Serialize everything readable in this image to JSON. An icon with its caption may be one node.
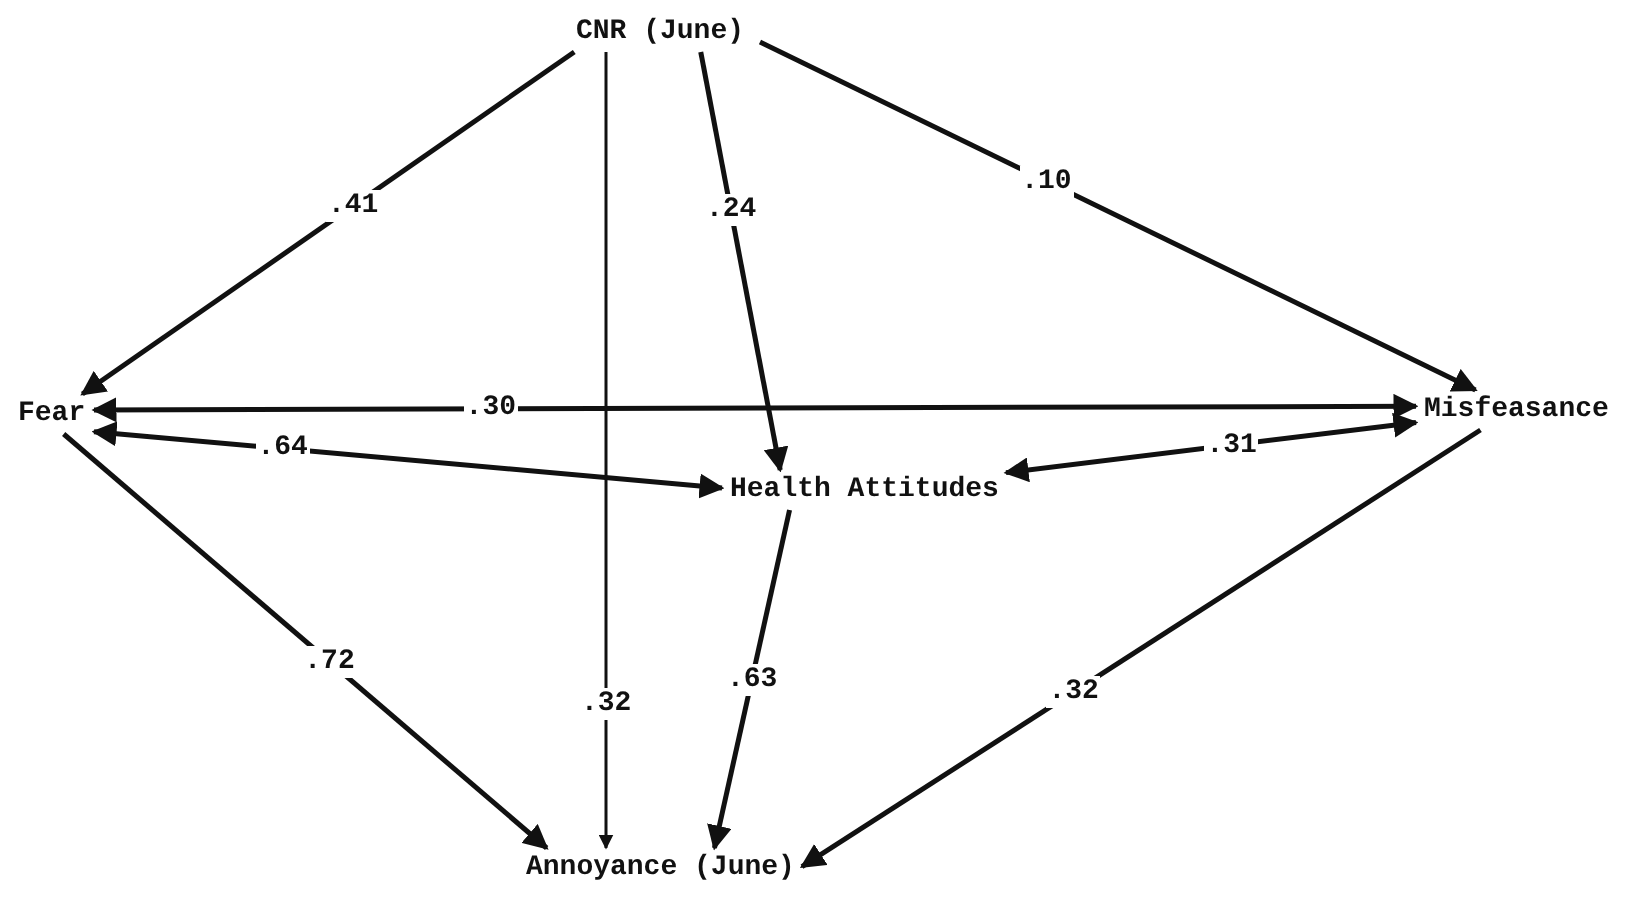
{
  "diagram": {
    "nodes": [
      {
        "text": [
          "CNR (June)"
        ]
      },
      {
        "text": [
          "Fear"
        ]
      },
      {
        "text": [
          "Misfeasance"
        ]
      },
      {
        "text": [
          "Health Attitudes"
        ]
      },
      {
        "text": [
          "Annoyance (June)"
        ]
      }
    ],
    "edges": [
      {
        "from": 0,
        "to": 1,
        "arrow": "to",
        "label": ".41"
      },
      {
        "from": 0,
        "to": 3,
        "arrow": "to",
        "label": ".24"
      },
      {
        "from": 0,
        "to": 2,
        "arrow": "to",
        "label": ".10"
      },
      {
        "from": 0,
        "to": 4,
        "arrow": "to",
        "label": ".32"
      },
      {
        "from": 1,
        "to": 2,
        "arrow": "both",
        "label": ".30"
      },
      {
        "from": 1,
        "to": 3,
        "arrow": "both",
        "label": ".64"
      },
      {
        "from": 3,
        "to": 2,
        "arrow": "both",
        "label": ".31"
      },
      {
        "from": 1,
        "to": 4,
        "arrow": "to",
        "label": ".72"
      },
      {
        "from": 3,
        "to": 4,
        "arrow": "to",
        "label": ".63"
      },
      {
        "from": 2,
        "to": 4,
        "arrow": "to",
        "label": ".32"
      }
    ]
  }
}
